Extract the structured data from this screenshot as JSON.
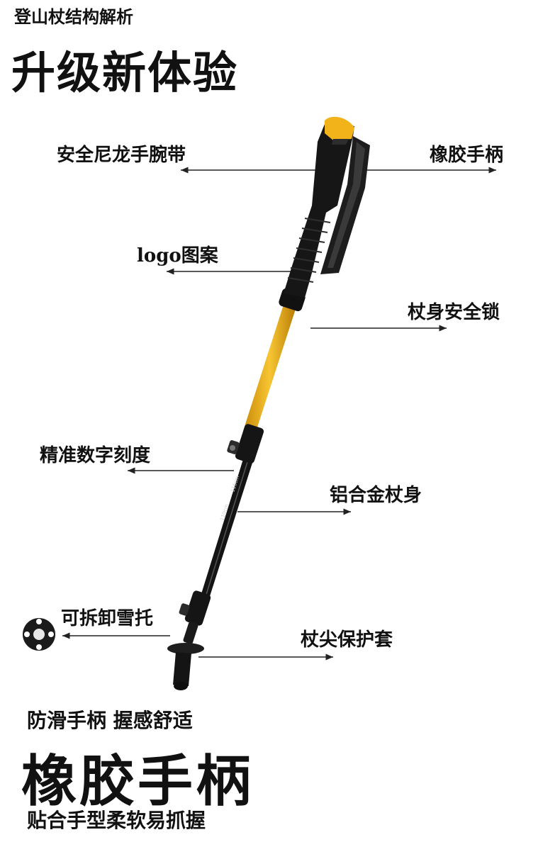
{
  "header": {
    "subtitle": "登山杖结构解析",
    "title": "升级新体验"
  },
  "labels": {
    "wrist_strap": "安全尼龙手腕带",
    "rubber_handle": "橡胶手柄",
    "logo_pattern": "logo图案",
    "body_lock": "杖身安全锁",
    "scale": "精准数字刻度",
    "aluminum_body": "铝合金杖身",
    "snow_basket": "可拆卸雪托",
    "tip_cover": "杖尖保护套"
  },
  "footer": {
    "subtitle": "防滑手柄 握感舒适",
    "title": "橡胶手柄",
    "description": "贴合手型柔软易抓握"
  },
  "colors": {
    "grip_accent": "#f2b21a",
    "shaft_yellow": "#f0b41c",
    "shaft_black": "#141414",
    "text": "#111111"
  }
}
